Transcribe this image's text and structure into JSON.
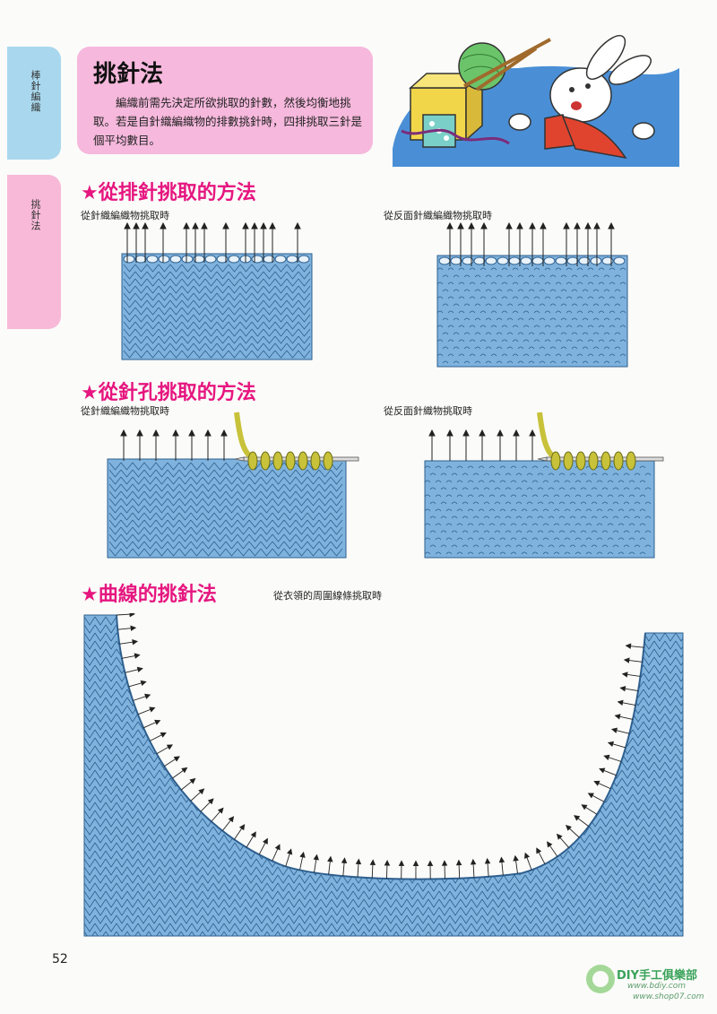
{
  "sidebar": {
    "tab1_label": "棒針編織",
    "tab2_label": "挑針法"
  },
  "header": {
    "title": "挑針法",
    "body": "編織前需先決定所欲挑取的針數，然後均衡地挑取。若是自針織編織物的排數挑針時，四排挑取三針是個平均數目。"
  },
  "sections": [
    {
      "heading": "★從排針挑取的方法",
      "captions": [
        "從針織編織物挑取時",
        "從反面針織編織物挑取時"
      ]
    },
    {
      "heading": "★從針孔挑取的方法",
      "captions": [
        "從針織編織物挑取時",
        "從反面針織物挑取時"
      ]
    },
    {
      "heading": "★曲線的挑針法",
      "captions": [
        "從衣領的周圍線條挑取時"
      ]
    }
  ],
  "page_number": "52",
  "watermark": {
    "main": "DIY手工俱樂部",
    "sub1": "www.bdiy.com",
    "sub2": "www.shop07.com"
  },
  "colors": {
    "knit_blue": "#7fb3de",
    "stitch_line": "#2e5f8e",
    "heading_pink": "#e6157f",
    "needle_yellow": "#c8c23a",
    "header_pink": "#f6b8dc",
    "tab_blue": "#a9d8ee",
    "tab_pink": "#f7b9d7"
  }
}
